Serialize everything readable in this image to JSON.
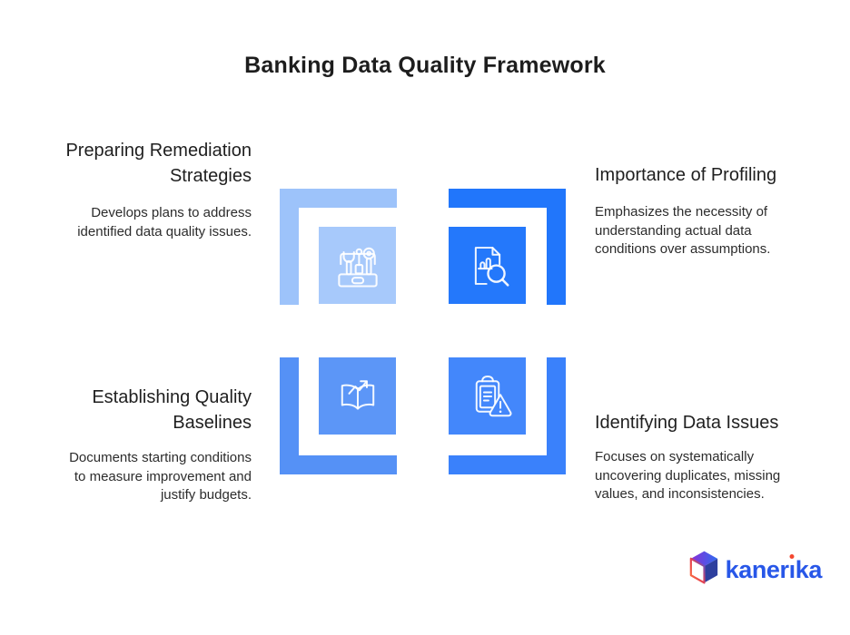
{
  "title": "Banking Data Quality Framework",
  "quadrants": [
    {
      "id": "preparing-remediation-strategies",
      "title_lines": [
        "Preparing Remediation",
        "Strategies"
      ],
      "description_lines": [
        "Develops plans to address",
        "identified data quality issues."
      ],
      "icon": "toolbox-icon",
      "tile_color": "#a7c9fb",
      "bracket_color": "#9dc3fa"
    },
    {
      "id": "importance-of-profiling",
      "title_lines": [
        "Importance of Profiling"
      ],
      "description_lines": [
        "Emphasizes the necessity of",
        "understanding actual data",
        "conditions over assumptions."
      ],
      "icon": "document-search-icon",
      "tile_color": "#2478fb",
      "bracket_color": "#2176fb"
    },
    {
      "id": "establishing-quality-baselines",
      "title_lines": [
        "Establishing Quality",
        "Baselines"
      ],
      "description_lines": [
        "Documents starting conditions",
        "to measure improvement and",
        "justify budgets."
      ],
      "icon": "book-growth-icon",
      "tile_color": "#5c96f7",
      "bracket_color": "#5591f6"
    },
    {
      "id": "identifying-data-issues",
      "title_lines": [
        "Identifying Data Issues"
      ],
      "description_lines": [
        "Focuses on systematically",
        "uncovering duplicates, missing",
        "values, and inconsistencies."
      ],
      "icon": "clipboard-warning-icon",
      "tile_color": "#4387fb",
      "bracket_color": "#3a81fb"
    }
  ],
  "logo": {
    "text": "kanerika",
    "text_pre": "kaner",
    "text_i": "ı",
    "text_post": "ka",
    "brand_color": "#2857e8",
    "dot_color": "#f4472f",
    "icon": "kanerika-cube-icon"
  },
  "colors": {
    "background": "#ffffff",
    "heading_text": "#1d1d1d",
    "section_title_text": "#1f1f1f",
    "body_text": "#2c2c2c"
  }
}
